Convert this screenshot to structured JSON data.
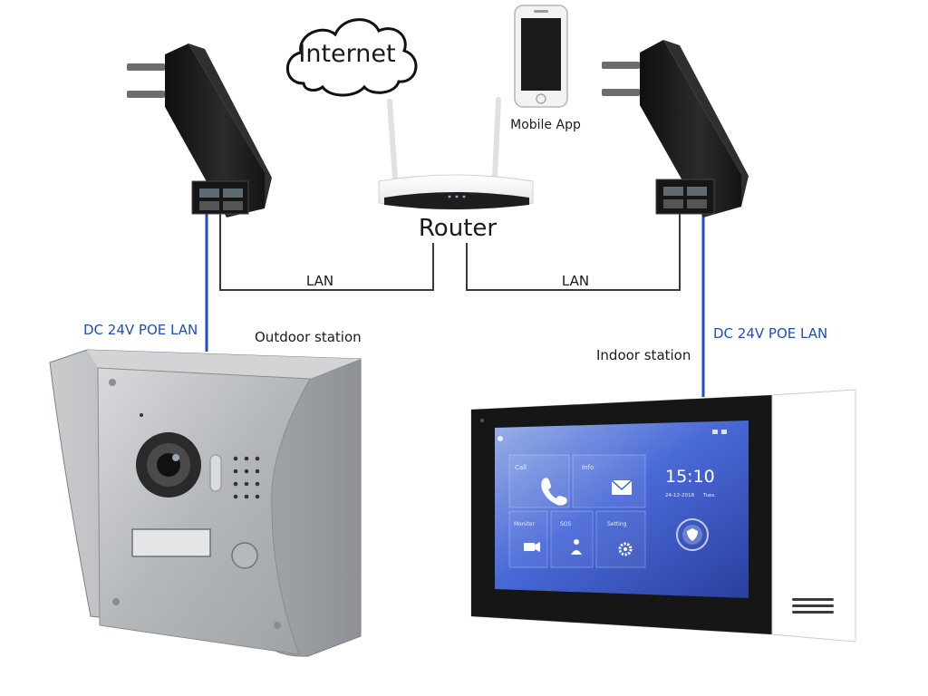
{
  "labels": {
    "internet": "Internet",
    "mobile_app": "Mobile App",
    "router": "Router",
    "lan_left": "LAN",
    "lan_right": "LAN",
    "poe_left": "DC 24V POE LAN",
    "poe_right": "DC 24V POE LAN",
    "outdoor_station": "Outdoor station",
    "indoor_station": "Indoor station"
  },
  "screen": {
    "call": "Call",
    "info": "Info",
    "monitor": "Monitor",
    "sos": "SOS",
    "setting": "Setting",
    "time": "15:10",
    "date": "24-12-2018",
    "weekday": "Tues."
  },
  "colors": {
    "poe_cable": "#2348c9",
    "lan_cable": "#3a3a3a",
    "adapter_body": "#1c1c1c",
    "panel_metal": "#b9bcbf",
    "screen_blue": "#3a5fd6"
  }
}
